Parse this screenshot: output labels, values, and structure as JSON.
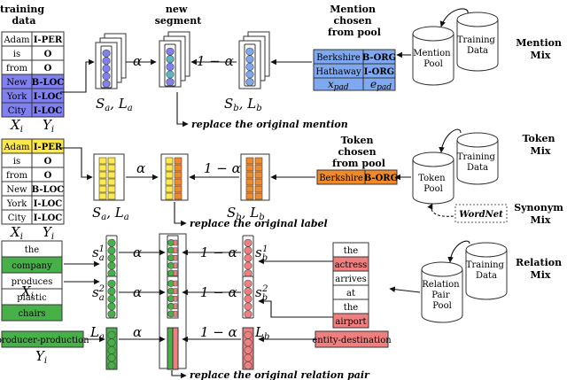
{
  "colors": {
    "mention_blue": "#8080f0",
    "token_yellow": "#ffe84a",
    "token_orange": "#f08a28",
    "relation_green": "#48b048",
    "relation_red": "#f08080",
    "pad_blue": "#7ea8f0"
  },
  "headers": {
    "training_data": "training\ndata",
    "new_segment": "new\nsegment"
  },
  "mention_mix": {
    "table1": {
      "rows": [
        [
          "Adam",
          "I-PER"
        ],
        [
          "is",
          "O"
        ],
        [
          "from",
          "O"
        ],
        [
          "New",
          "B-LOC"
        ],
        [
          "York",
          "I-LOC"
        ],
        [
          "City",
          "I-LOC"
        ]
      ],
      "xlabel": "X_i",
      "ylabel": "Y_i"
    },
    "alpha": "α",
    "one_minus_alpha": "1 − α",
    "sa_la": "S_a, L_a",
    "sb_lb": "S_b, L_b",
    "replace_note": "replace the original mention",
    "pool_title": "Mention\nchosen\nfrom pool",
    "pool_rows": [
      [
        "Berkshire",
        "B-ORG"
      ],
      [
        "Hathaway",
        "I-ORG"
      ]
    ],
    "pad_x": "x_pad",
    "pad_e": "e_pad",
    "cyl_pool": "Mention\nPool",
    "cyl_train": "Training\nData",
    "side_label": "Mention\nMix"
  },
  "token_mix": {
    "table2": {
      "rows": [
        [
          "Adam",
          "I-PER"
        ],
        [
          "is",
          "O"
        ],
        [
          "from",
          "O"
        ],
        [
          "New",
          "B-LOC"
        ],
        [
          "York",
          "I-LOC"
        ],
        [
          "City",
          "I-LOC"
        ]
      ],
      "xlabel": "X_i",
      "ylabel": "Y_i"
    },
    "alpha": "α",
    "one_minus_alpha": "1 − α",
    "sa_la": "S_a, L_a",
    "sb_lb": "S_b, L_b",
    "replace_note": "replace the original label",
    "pool_title": "Token\nchosen\nfrom pool",
    "pool_row": [
      "Berkshire",
      "B-ORG"
    ],
    "cyl_pool": "Token\nPool",
    "cyl_train": "Training\nData",
    "wordnet": "WordNet",
    "side_label_token": "Token\nMix",
    "side_label_synonym": "Synonym\nMix"
  },
  "relation_mix": {
    "left_words": [
      "the",
      "company",
      "produces",
      "plastic",
      "chairs"
    ],
    "left_x": "X_i",
    "left_relation": "producer-production",
    "left_y": "Y_i",
    "right_words": [
      "the",
      "actress",
      "arrives",
      "at",
      "the",
      "airport"
    ],
    "right_relation": "entity-destination",
    "sa1": "s_a^1",
    "sa2": "s_a^2",
    "la": "L_a",
    "sb1": "s_b^1",
    "sb2": "s_b^2",
    "lb": "L_b",
    "alpha": "α",
    "one_minus_alpha": "1 − α",
    "replace_note": "replace the original relation pair",
    "cyl_pool": "Relation\nPair\nPool",
    "cyl_train": "Training\nData",
    "side_label": "Relation\nMix"
  }
}
